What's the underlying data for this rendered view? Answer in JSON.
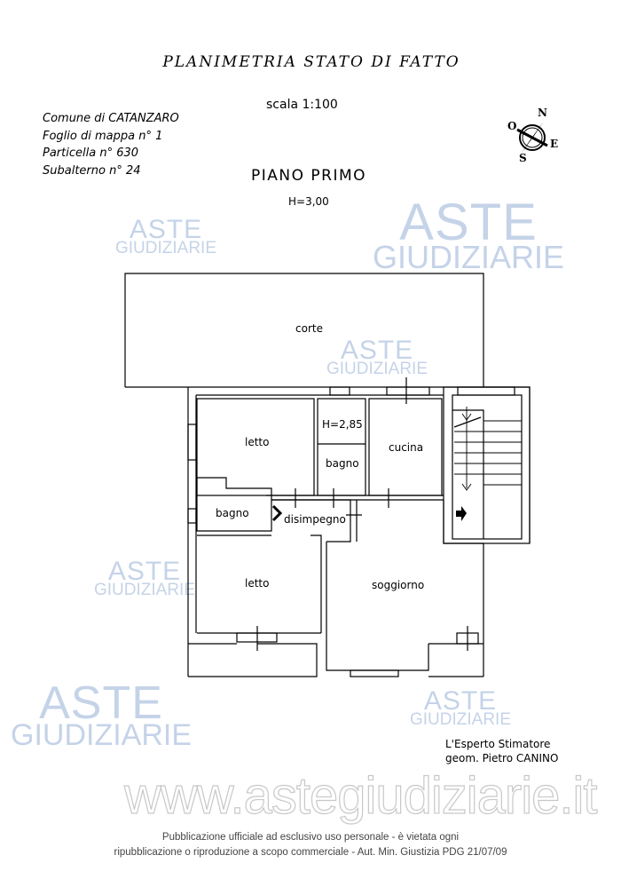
{
  "header": {
    "title": "PLANIMETRIA STATO DI FATTO",
    "scale": "scala 1:100",
    "floor": "PIANO PRIMO",
    "height": "H=3,00"
  },
  "cadastral_info": [
    "Comune di CATANZARO",
    "Foglio di mappa n° 1",
    "Particella n° 630",
    "Subalterno n° 24"
  ],
  "compass": {
    "n": "N",
    "s": "S",
    "e": "E",
    "o": "O"
  },
  "rooms": {
    "corte": "corte",
    "letto_1": "letto",
    "h_bagno": "H=2,85",
    "bagno_1": "bagno",
    "cucina": "cucina",
    "bagno_2": "bagno",
    "disimpegno": "disimpegno",
    "letto_2": "letto",
    "soggiorno": "soggiorno"
  },
  "watermark": {
    "aste": "ASTE",
    "giudiziarie": "GIUDIZIARIE",
    "site": "www.astegiudiziarie.it"
  },
  "signature": {
    "role": "L'Esperto Stimatore",
    "name": "geom. Pietro CANINO"
  },
  "footer": {
    "line1": "Pubblicazione ufficiale ad esclusivo uso personale - è vietata ogni",
    "line2": "ripubblicazione o riproduzione a scopo commerciale - Aut. Min. Giustizia PDG 21/07/09"
  }
}
